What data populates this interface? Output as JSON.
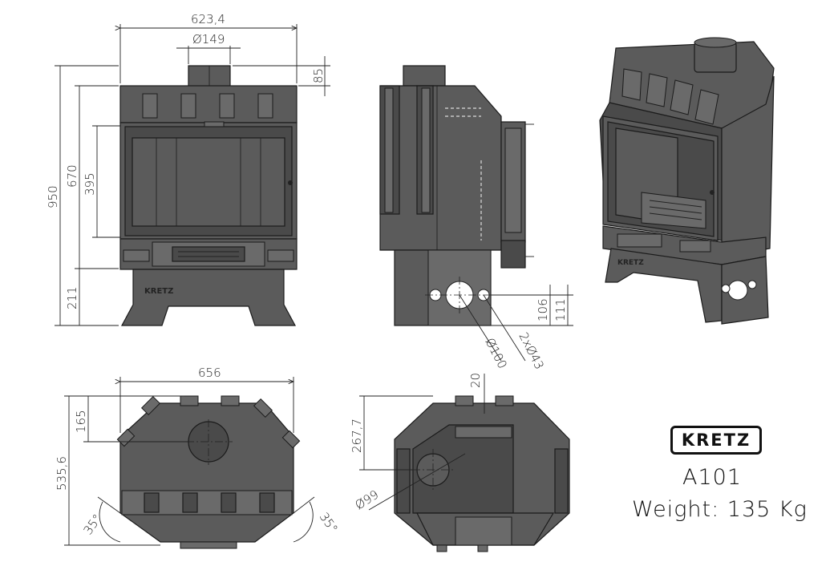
{
  "brand": {
    "logo_text": "KRETZ",
    "model": "A101",
    "weight": "Weight: 135 Kg"
  },
  "front_view": {
    "width": "623,4",
    "flue_diameter": "Ø149",
    "flue_height": "85",
    "total_height": "950",
    "body_height": "670",
    "glass_height": "395",
    "base_height": "211",
    "badge": "KRETZ"
  },
  "side_view": {
    "hole_height_a": "106",
    "hole_height_b": "111",
    "main_hole": "Ø100",
    "small_holes": "2xØ43"
  },
  "top_view": {
    "width": "656",
    "depth": "535,6",
    "flue_offset": "165",
    "angle_left": "35°",
    "angle_right": "35°"
  },
  "bottom_view": {
    "offset": "20",
    "hole_offset": "267,7",
    "hole_diameter": "Ø99"
  }
}
